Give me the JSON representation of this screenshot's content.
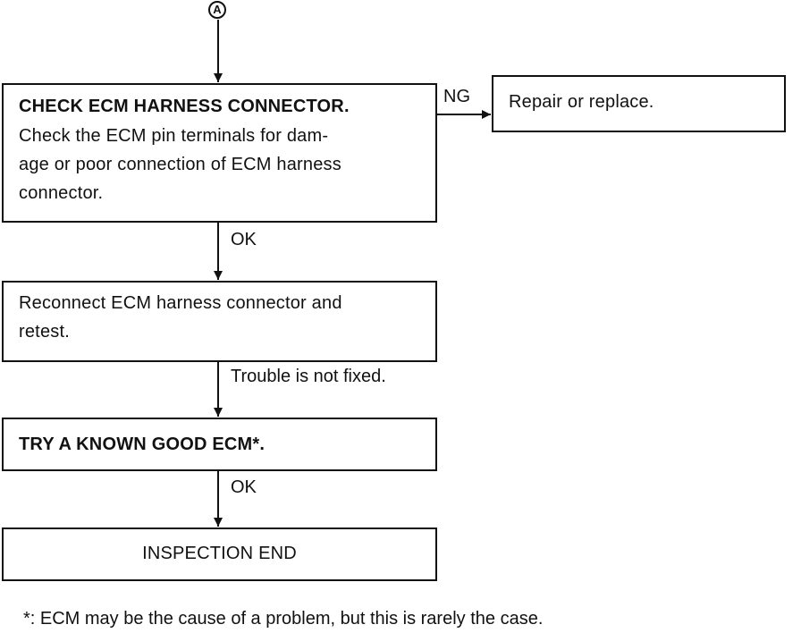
{
  "start_connector": {
    "label": "A"
  },
  "step1": {
    "title": "CHECK ECM HARNESS CONNECTOR.",
    "lines": [
      "Check the ECM pin terminals for dam-",
      "age or poor connection of ECM harness",
      "connector."
    ]
  },
  "ng_label": "NG",
  "ng_action": "Repair or replace.",
  "ok_label_1": "OK",
  "step2": {
    "lines": [
      "Reconnect ECM harness connector and",
      "retest."
    ]
  },
  "not_fixed_label": "Trouble is not fixed.",
  "step3": {
    "title": "TRY A KNOWN GOOD ECM*."
  },
  "ok_label_2": "OK",
  "end_box": {
    "label": "INSPECTION END"
  },
  "footnote": "*: ECM may be the cause of a problem, but this is rarely the case."
}
